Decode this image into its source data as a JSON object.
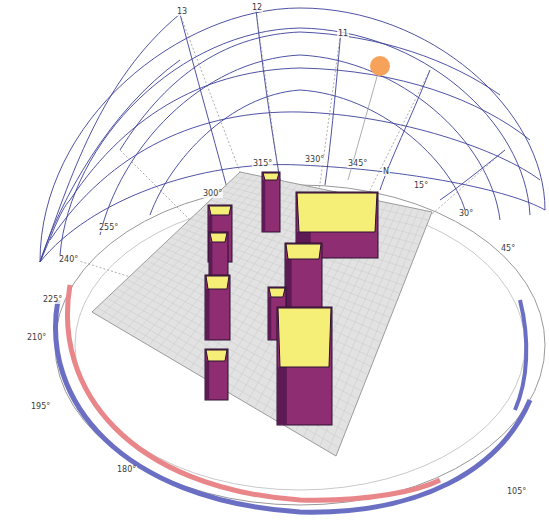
{
  "diagram": {
    "labels": [
      "13",
      "12",
      "11",
      "300°",
      "315°",
      "330°",
      "345°",
      "N",
      "15°",
      "30°",
      "45°",
      "255°",
      "240°",
      "225°",
      "210°",
      "195°",
      "180°",
      "105°"
    ]
  }
}
